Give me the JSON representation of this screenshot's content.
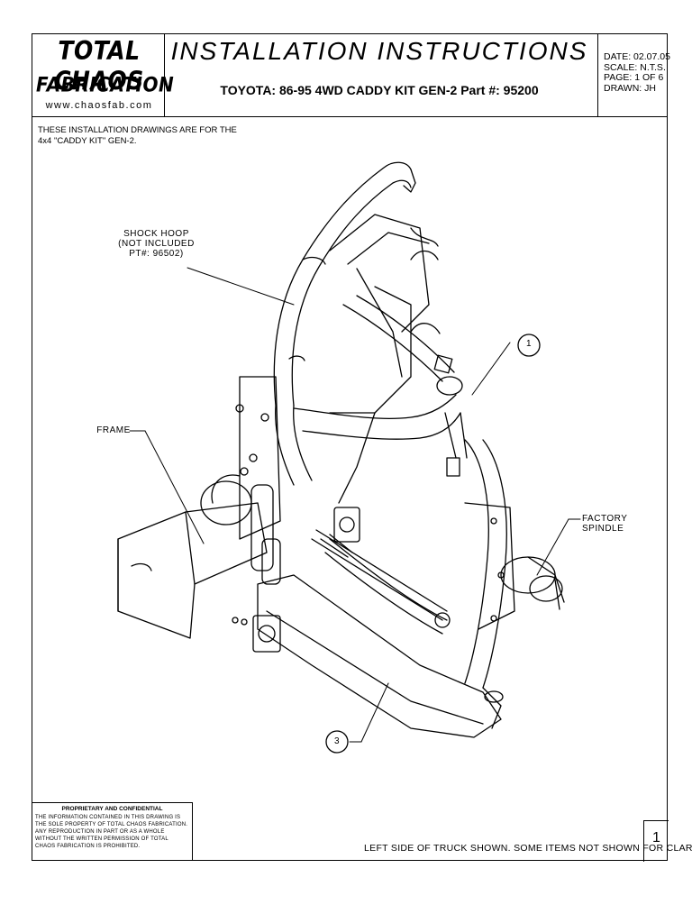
{
  "header": {
    "logo_line1": "TOTAL CHAOS",
    "logo_line2": "FABRICATION",
    "logo_url": "www.chaosfab.com",
    "title": "INSTALLATION INSTRUCTIONS",
    "subtitle": "TOYOTA: 86-95 4WD CADDY KIT GEN-2 Part #: 95200",
    "date": "DATE: 02.07.05",
    "scale": "SCALE: N.T.S.",
    "page": "PAGE: 1 OF 6",
    "drawn": "DRAWN: JH"
  },
  "notes": {
    "top_line1": "THESE INSTALLATION DRAWINGS ARE FOR THE",
    "top_line2": "4x4 \"CADDY KIT\" GEN-2.",
    "footer": "LEFT SIDE OF TRUCK SHOWN. SOME ITEMS NOT SHOWN FOR CLARITY."
  },
  "callouts": {
    "shock_hoop_1": "SHOCK HOOP",
    "shock_hoop_2": "(NOT INCLUDED",
    "shock_hoop_3": "PT#: 96502)",
    "frame": "FRAME",
    "spindle_1": "FACTORY",
    "spindle_2": "SPINDLE",
    "balloon_1": "1",
    "balloon_3": "3"
  },
  "proprietary": {
    "title": "PROPRIETARY AND CONFIDENTIAL",
    "text": "THE INFORMATION CONTAINED IN THIS DRAWING IS THE SOLE PROPERTY OF TOTAL CHAOS FABRICATION. ANY REPRODUCTION IN PART OR AS A WHOLE WITHOUT THE WRITTEN PERMISSION OF TOTAL CHAOS FABRICATION IS PROHIBITED."
  },
  "page_number": "1"
}
